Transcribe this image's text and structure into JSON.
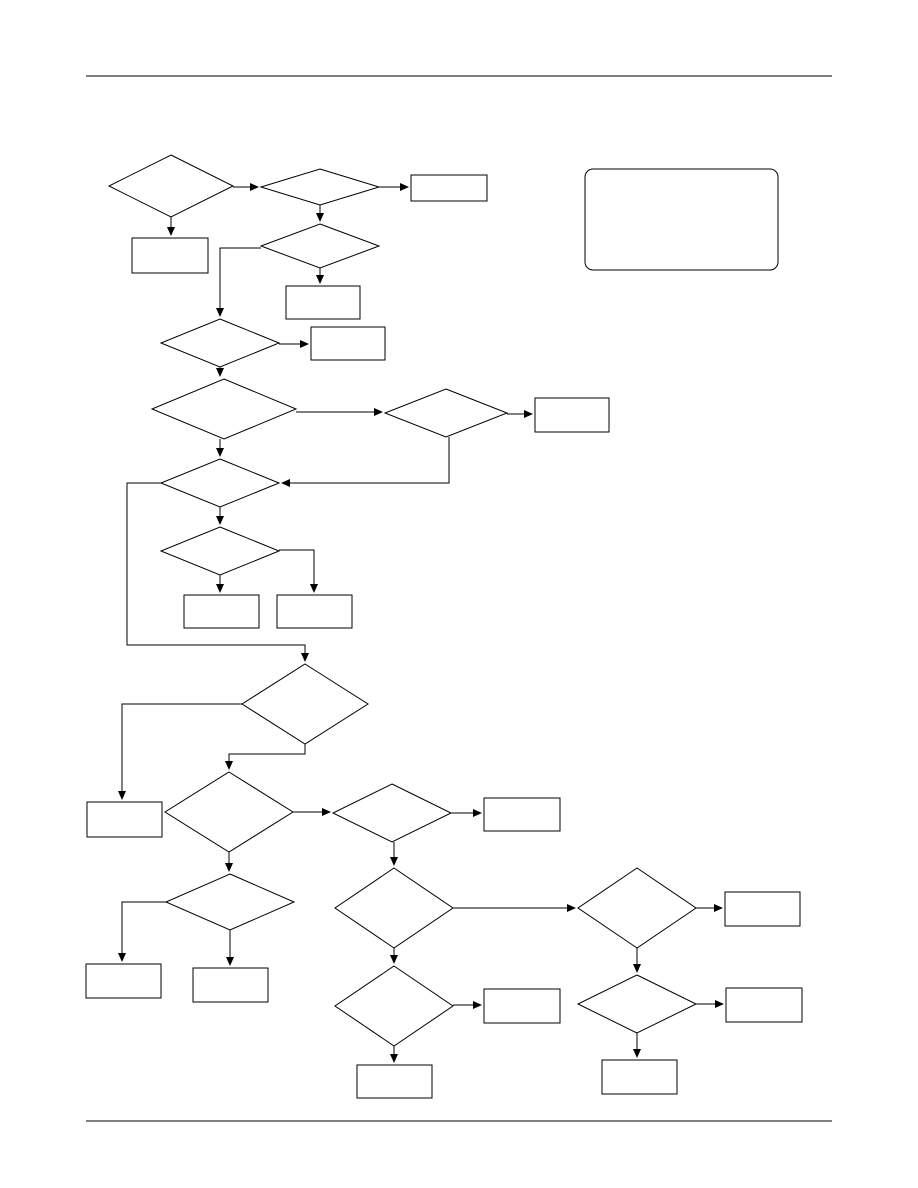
{
  "page": {
    "header_rule": true,
    "footer_rule": true
  },
  "diagram": {
    "type": "flowchart",
    "line_color": "#000000",
    "node_fill": "#ffffff",
    "nodes": [
      {
        "id": "d1",
        "shape": "diamond",
        "label": ""
      },
      {
        "id": "d2",
        "shape": "diamond",
        "label": ""
      },
      {
        "id": "r1",
        "shape": "rect",
        "label": ""
      },
      {
        "id": "r2",
        "shape": "rect",
        "label": ""
      },
      {
        "id": "d3",
        "shape": "diamond",
        "label": ""
      },
      {
        "id": "r3",
        "shape": "rect",
        "label": ""
      },
      {
        "id": "note",
        "shape": "rounded-rect",
        "label": ""
      },
      {
        "id": "d4",
        "shape": "diamond",
        "label": ""
      },
      {
        "id": "r4",
        "shape": "rect",
        "label": ""
      },
      {
        "id": "d5",
        "shape": "diamond",
        "label": ""
      },
      {
        "id": "d6",
        "shape": "diamond",
        "label": ""
      },
      {
        "id": "r5",
        "shape": "rect",
        "label": ""
      },
      {
        "id": "d7",
        "shape": "diamond",
        "label": ""
      },
      {
        "id": "d8",
        "shape": "diamond",
        "label": ""
      },
      {
        "id": "r6",
        "shape": "rect",
        "label": ""
      },
      {
        "id": "r7",
        "shape": "rect",
        "label": ""
      },
      {
        "id": "d9",
        "shape": "diamond",
        "label": ""
      },
      {
        "id": "r8",
        "shape": "rect",
        "label": ""
      },
      {
        "id": "d10",
        "shape": "diamond",
        "label": ""
      },
      {
        "id": "d11",
        "shape": "diamond",
        "label": ""
      },
      {
        "id": "r9",
        "shape": "rect",
        "label": ""
      },
      {
        "id": "d12",
        "shape": "diamond",
        "label": ""
      },
      {
        "id": "r10",
        "shape": "rect",
        "label": ""
      },
      {
        "id": "r11",
        "shape": "rect",
        "label": ""
      },
      {
        "id": "d13",
        "shape": "diamond",
        "label": ""
      },
      {
        "id": "d14",
        "shape": "diamond",
        "label": ""
      },
      {
        "id": "r12",
        "shape": "rect",
        "label": ""
      },
      {
        "id": "r13",
        "shape": "rect",
        "label": ""
      },
      {
        "id": "d15",
        "shape": "diamond",
        "label": ""
      },
      {
        "id": "r14",
        "shape": "rect",
        "label": ""
      },
      {
        "id": "d16",
        "shape": "diamond",
        "label": ""
      },
      {
        "id": "r15",
        "shape": "rect",
        "label": ""
      },
      {
        "id": "r16",
        "shape": "rect",
        "label": ""
      }
    ],
    "edges": [
      {
        "from": "d1",
        "to": "d2"
      },
      {
        "from": "d1",
        "to": "r1"
      },
      {
        "from": "d2",
        "to": "r2"
      },
      {
        "from": "d2",
        "to": "d3"
      },
      {
        "from": "d3",
        "to": "r3"
      },
      {
        "from": "d3",
        "to": "d4"
      },
      {
        "from": "d4",
        "to": "r4"
      },
      {
        "from": "d4",
        "to": "d5"
      },
      {
        "from": "d5",
        "to": "d6"
      },
      {
        "from": "d6",
        "to": "r5"
      },
      {
        "from": "d5",
        "to": "d7"
      },
      {
        "from": "d6",
        "to": "d7"
      },
      {
        "from": "d7",
        "to": "d8"
      },
      {
        "from": "d8",
        "to": "r6"
      },
      {
        "from": "d8",
        "to": "r7"
      },
      {
        "from": "d7",
        "to": "d9"
      },
      {
        "from": "d9",
        "to": "r8"
      },
      {
        "from": "d9",
        "to": "d10"
      },
      {
        "from": "d10",
        "to": "d11"
      },
      {
        "from": "d11",
        "to": "r9"
      },
      {
        "from": "d10",
        "to": "d12"
      },
      {
        "from": "d12",
        "to": "r10"
      },
      {
        "from": "d12",
        "to": "r11"
      },
      {
        "from": "d11",
        "to": "d13"
      },
      {
        "from": "d13",
        "to": "d14"
      },
      {
        "from": "d14",
        "to": "r12"
      },
      {
        "from": "d13",
        "to": "d15"
      },
      {
        "from": "d14",
        "to": "r13"
      },
      {
        "from": "d15",
        "to": "r14"
      },
      {
        "from": "d15",
        "to": "d16"
      },
      {
        "from": "d16",
        "to": "r15"
      },
      {
        "from": "d16",
        "to": "r16"
      }
    ]
  }
}
